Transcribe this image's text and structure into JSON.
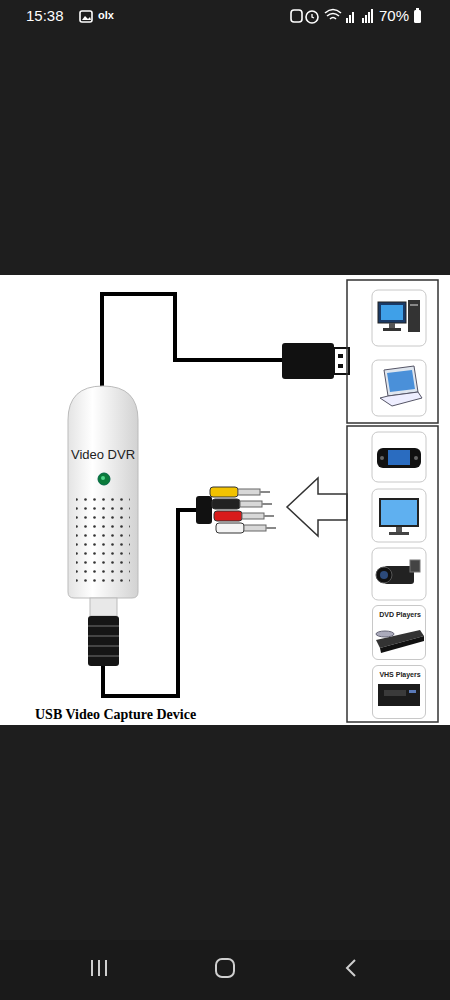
{
  "diagram": {
    "caption": "USB Video Capture Device",
    "nodes": [
      {
        "text": [
          "Video DVR"
        ]
      },
      {
        "text": [
          "DVD Players"
        ]
      },
      {
        "text": [
          "VHS Players"
        ]
      }
    ],
    "labels": [
      "15:38",
      "olx",
      "70%"
    ]
  }
}
